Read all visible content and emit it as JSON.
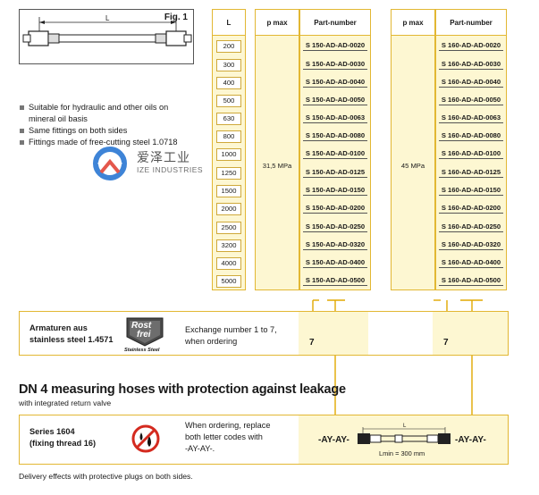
{
  "figure": {
    "label": "Fig. 1",
    "dimension_label": "L"
  },
  "bullets": [
    "Suitable for hydraulic and other oils on",
    "mineral oil basis",
    "Same fittings on both sides",
    "Fittings made of free-cutting steel 1.0718"
  ],
  "watermark": {
    "cn": "爱泽工业",
    "en": "IZE INDUSTRIES"
  },
  "table": {
    "headers": {
      "length": "L",
      "pressure": "p max",
      "part": "Part-number"
    },
    "lengths": [
      "200",
      "300",
      "400",
      "500",
      "630",
      "800",
      "1000",
      "1250",
      "1500",
      "2000",
      "2500",
      "3200",
      "4000",
      "5000"
    ],
    "series_150": {
      "pmax": "31,5 MPa",
      "parts": [
        "S 150-AD-AD-0020",
        "S 150-AD-AD-0030",
        "S 150-AD-AD-0040",
        "S 150-AD-AD-0050",
        "S 150-AD-AD-0063",
        "S 150-AD-AD-0080",
        "S 150-AD-AD-0100",
        "S 150-AD-AD-0125",
        "S 150-AD-AD-0150",
        "S 150-AD-AD-0200",
        "S 150-AD-AD-0250",
        "S 150-AD-AD-0320",
        "S 150-AD-AD-0400",
        "S 150-AD-AD-0500"
      ]
    },
    "series_160": {
      "pmax": "45 MPa",
      "parts": [
        "S 160-AD-AD-0020",
        "S 160-AD-AD-0030",
        "S 160-AD-AD-0040",
        "S 160-AD-AD-0050",
        "S 160-AD-AD-0063",
        "S 160-AD-AD-0080",
        "S 160-AD-AD-0100",
        "S 160-AD-AD-0125",
        "S 160-AD-AD-0150",
        "S 160-AD-AD-0200",
        "S 160-AD-AD-0250",
        "S 160-AD-AD-0320",
        "S 160-AD-AD-0400",
        "S 160-AD-AD-0500"
      ]
    }
  },
  "stainless": {
    "title_line1": "Armaturen aus",
    "title_line2": "stainless steel 1.4571",
    "badge_top": "Rost",
    "badge_bottom": "frei",
    "badge_caption": "Stainless Steel",
    "note_line1": "Exchange number 1 to 7,",
    "note_line2": "when ordering",
    "value_left": "7",
    "value_right": "7"
  },
  "section": {
    "heading": "DN 4 measuring hoses with protection against leakage",
    "subheading": "with integrated return valve"
  },
  "series1604": {
    "title_line1": "Series 1604",
    "title_line2": "(fixing thread 16)",
    "note_line1": "When ordering, replace",
    "note_line2": "both letter codes with",
    "note_line3": "-AY-AY-.",
    "code_left": "-AY-AY-",
    "code_right": "-AY-AY-",
    "dimension_label": "L",
    "lmin": "Lmin = 300 mm"
  },
  "footer": "Delivery effects with protective plugs on both sides.",
  "colors": {
    "accent": "#e2b733",
    "panel": "#fdf7d2",
    "arrow": "#e2a800",
    "watermark_blue": "#1d6fd1",
    "watermark_red": "#e03a2d"
  }
}
